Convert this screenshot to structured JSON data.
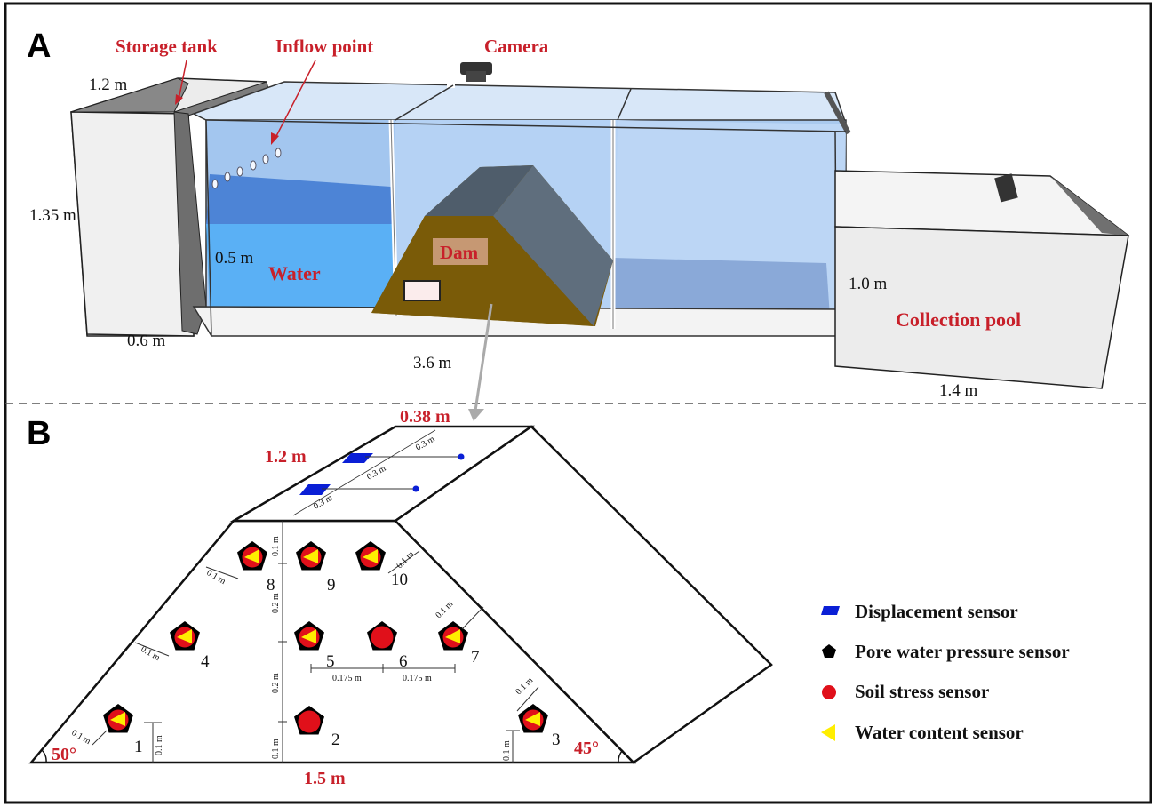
{
  "panel_a": {
    "letter": "A",
    "labels": {
      "storage_tank": "Storage tank",
      "inflow_point": "Inflow point",
      "camera": "Camera",
      "water": "Water",
      "dam": "Dam",
      "collection_pool": "Collection pool"
    },
    "dimensions": {
      "tank_width": "1.2 m",
      "height": "1.35 m",
      "water_depth": "0.5 m",
      "tank_length": "0.6 m",
      "flume_length": "3.6 m",
      "pool_length": "1.4 m",
      "flume_height": "1.0 m"
    }
  },
  "panel_b": {
    "letter": "B",
    "dimensions": {
      "crest_width": "0.38 m",
      "crest_length": "1.2 m",
      "base_width": "1.5 m",
      "left_angle": "50°",
      "right_angle": "45°"
    },
    "small_dims": {
      "d_0_3": "0.3 m",
      "d_0_1": "0.1 m",
      "d_0_2": "0.2 m",
      "d_0_175": "0.175 m"
    },
    "sensor_numbers": [
      "1",
      "2",
      "3",
      "4",
      "5",
      "6",
      "7",
      "8",
      "9",
      "10"
    ]
  },
  "legend": [
    {
      "label": "Displacement sensor",
      "icon": "blue-parallelogram",
      "color": "#0a1fd6"
    },
    {
      "label": "Pore water pressure sensor",
      "icon": "black-pentagon",
      "color": "#000000"
    },
    {
      "label": "Soil stress sensor",
      "icon": "red-circle",
      "color": "#e0101a"
    },
    {
      "label": "Water content sensor",
      "icon": "yellow-triangle",
      "color": "#ffee00"
    }
  ]
}
